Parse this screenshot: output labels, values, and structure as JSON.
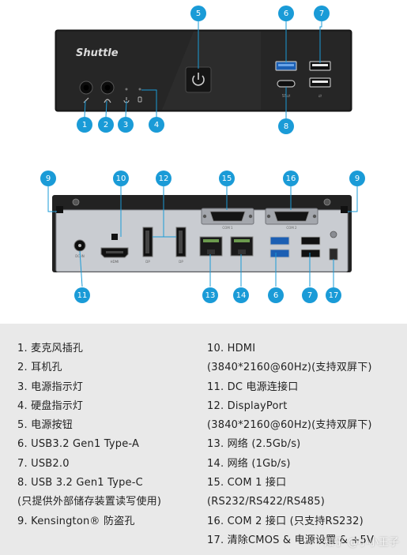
{
  "brand": "Shuttle",
  "accent_color": "#1a9bd7",
  "callouts": {
    "front": [
      {
        "num": "1",
        "icon": "microphone-icon"
      },
      {
        "num": "2",
        "icon": "headphone-icon"
      },
      {
        "num": "3",
        "icon": "power-led-icon"
      },
      {
        "num": "4",
        "icon": "hdd-led-icon"
      },
      {
        "num": "5",
        "icon": "power-button-icon"
      },
      {
        "num": "6",
        "icon": "usb-a-ports"
      },
      {
        "num": "7",
        "icon": "usb2-ports"
      },
      {
        "num": "8",
        "icon": "usb-c-port"
      }
    ],
    "rear": [
      {
        "num": "9",
        "icon": "kensington-slot-left"
      },
      {
        "num": "10",
        "icon": "hdmi-port"
      },
      {
        "num": "12",
        "icon": "displayport-ports"
      },
      {
        "num": "15",
        "icon": "com1-port"
      },
      {
        "num": "16",
        "icon": "com2-port"
      },
      {
        "num": "9",
        "icon": "kensington-slot-right"
      },
      {
        "num": "11",
        "icon": "dc-in-port"
      },
      {
        "num": "13",
        "icon": "lan-2-5g-port"
      },
      {
        "num": "14",
        "icon": "lan-1g-port"
      },
      {
        "num": "6",
        "icon": "rear-usb3-ports"
      },
      {
        "num": "7",
        "icon": "rear-usb2-ports"
      },
      {
        "num": "17",
        "icon": "cmos-clear-jumper"
      }
    ]
  },
  "legend": {
    "left": [
      "1. 麦克风插孔",
      "2. 耳机孔",
      "3. 电源指示灯",
      "4. 硬盘指示灯",
      "5. 电源按钮",
      "6. USB3.2 Gen1 Type-A",
      "7. USB2.0",
      "8. USB 3.2 Gen1 Type-C",
      "(只提供外部储存装置读写使用)",
      "9. Kensington® 防盗孔"
    ],
    "right": [
      "10. HDMI",
      "(3840*2160@60Hz)(支持双屏下)",
      "11. DC 电源连接口",
      "12. DisplayPort",
      "(3840*2160@60Hz)(支持双屏下)",
      "13. 网络 (2.5Gb/s)",
      "14. 网络 (1Gb/s)",
      "15. COM 1 接口",
      "(RS232/RS422/RS485)",
      "16. COM 2 接口 (只支持RS232)",
      "17. 清除CMOS & 电源设置 & +5V"
    ]
  },
  "watermark": "知乎 @小小王子"
}
